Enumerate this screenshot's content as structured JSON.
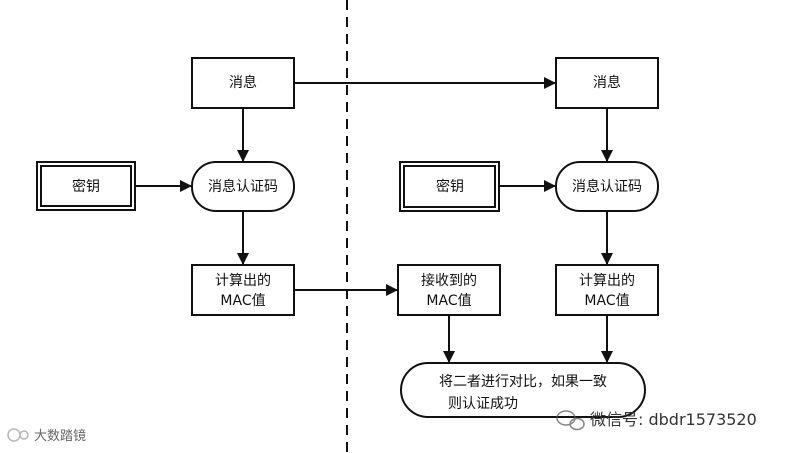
{
  "left": {
    "message": "消息",
    "key": "密钥",
    "mac_algorithm": "消息认证码",
    "computed_mac_line1": "计算出的",
    "computed_mac_line2": "MAC值"
  },
  "right": {
    "message": "消息",
    "key": "密钥",
    "mac_algorithm": "消息认证码",
    "received_mac_line1": "接收到的",
    "received_mac_line2": "MAC值",
    "computed_mac_line1": "计算出的",
    "computed_mac_line2": "MAC值",
    "compare_line1": "将二者进行对比，如果一致",
    "compare_line2": "则认证成功"
  },
  "watermark": {
    "wechat": "微信号: dbdr1573520",
    "brand": "大数踏镜"
  }
}
